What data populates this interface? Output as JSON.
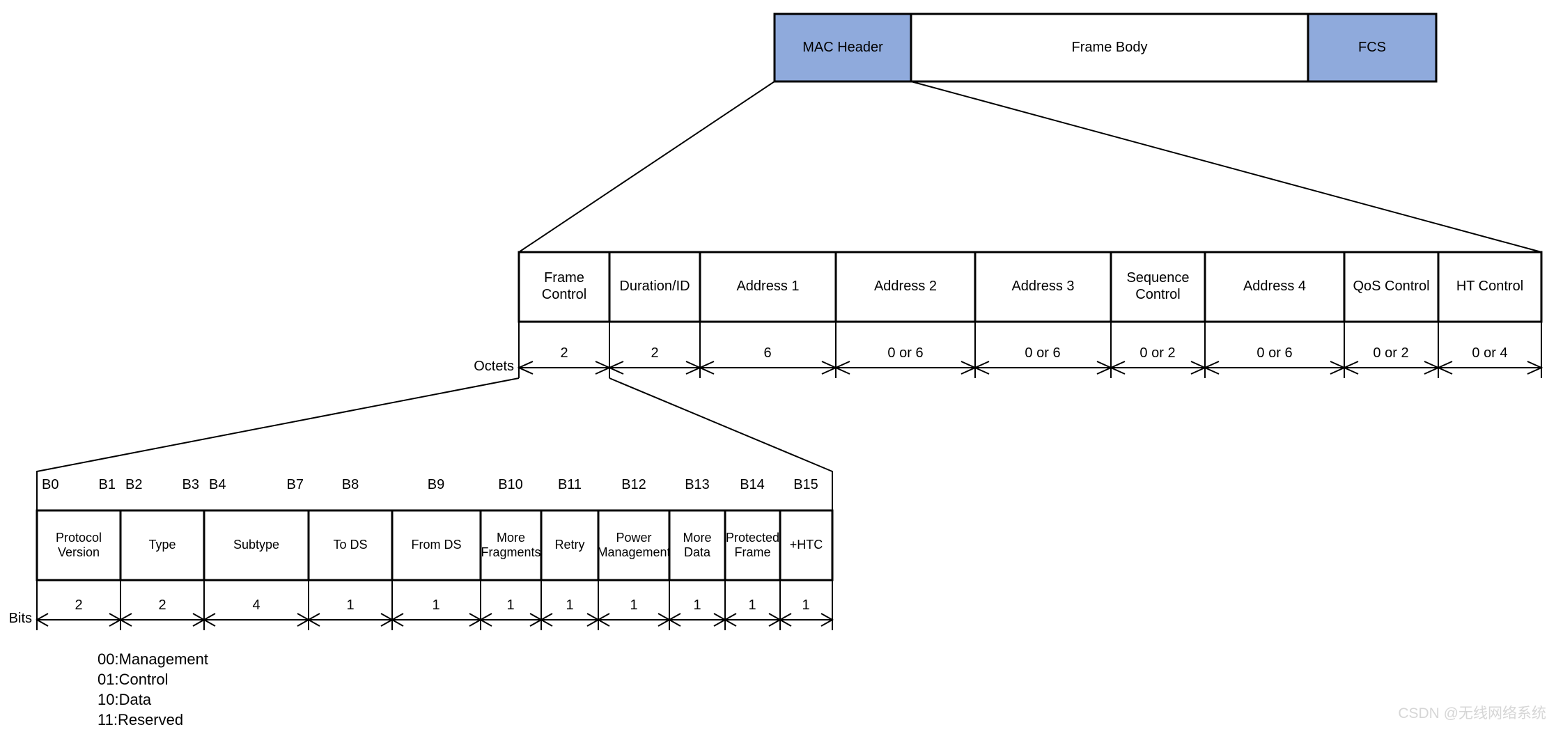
{
  "top_bar": {
    "mac_header": "MAC Header",
    "frame_body": "Frame Body",
    "fcs": "FCS"
  },
  "colors": {
    "highlight_fill": "#8FAADC",
    "border": "#000000",
    "watermark_gray": "#D6D6D6"
  },
  "mac_header_row": {
    "unit_label": "Octets",
    "fields": [
      {
        "label": "Frame Control",
        "octets": "2"
      },
      {
        "label": "Duration/ID",
        "octets": "2"
      },
      {
        "label": "Address 1",
        "octets": "6"
      },
      {
        "label": "Address 2",
        "octets": "0 or 6"
      },
      {
        "label": "Address 3",
        "octets": "0 or 6"
      },
      {
        "label": "Sequence Control",
        "octets": "0 or 2"
      },
      {
        "label": "Address 4",
        "octets": "0 or 6"
      },
      {
        "label": "QoS Control",
        "octets": "0 or 2"
      },
      {
        "label": "HT Control",
        "octets": "0 or 4"
      }
    ]
  },
  "frame_control_row": {
    "unit_label": "Bits",
    "bit_markers": [
      "B0",
      "B1",
      "B2",
      "B3",
      "B4",
      "B7",
      "B8",
      "B9",
      "B10",
      "B11",
      "B12",
      "B13",
      "B14",
      "B15"
    ],
    "fields": [
      {
        "label": "Protocol Version",
        "bits": "2"
      },
      {
        "label": "Type",
        "bits": "2"
      },
      {
        "label": "Subtype",
        "bits": "4"
      },
      {
        "label": "To DS",
        "bits": "1"
      },
      {
        "label": "From DS",
        "bits": "1"
      },
      {
        "label": "More Fragments",
        "bits": "1"
      },
      {
        "label": "Retry",
        "bits": "1"
      },
      {
        "label": "Power Management",
        "bits": "1"
      },
      {
        "label": "More Data",
        "bits": "1"
      },
      {
        "label": "Protected Frame",
        "bits": "1"
      },
      {
        "label": "+HTC",
        "bits": "1"
      }
    ]
  },
  "type_legend": {
    "lines": [
      "00:Management",
      "01:Control",
      "10:Data",
      "11:Reserved"
    ]
  },
  "watermark": "CSDN @无线网络系统"
}
